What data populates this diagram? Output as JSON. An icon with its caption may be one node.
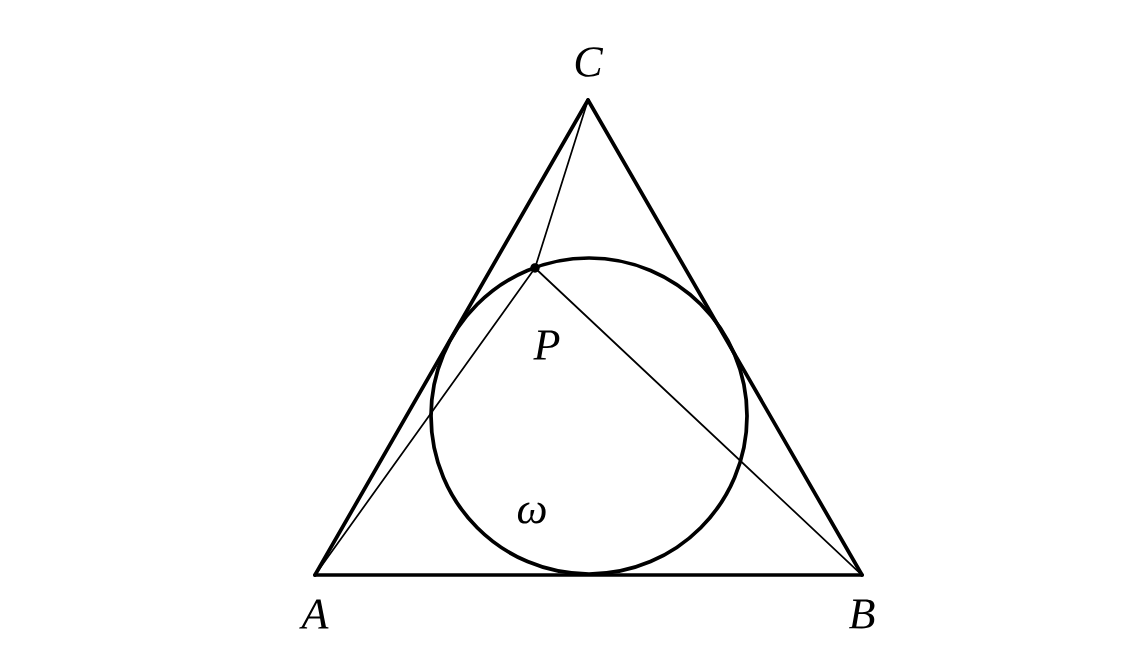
{
  "diagram": {
    "nodes": [
      {
        "text": [
          "C"
        ]
      },
      {
        "text": [
          "P"
        ]
      },
      {
        "text": [
          "A"
        ]
      },
      {
        "text": [
          "B"
        ]
      }
    ],
    "edges": [
      {
        "from": 2,
        "to": 3,
        "arrow": "none",
        "style": "thick"
      },
      {
        "from": 3,
        "to": 0,
        "arrow": "none",
        "style": "thick"
      },
      {
        "from": 0,
        "to": 2,
        "arrow": "none",
        "style": "thick"
      },
      {
        "from": 1,
        "to": 0,
        "arrow": "none"
      },
      {
        "from": 1,
        "to": 2,
        "arrow": "none"
      },
      {
        "from": 1,
        "to": 3,
        "arrow": "none"
      }
    ],
    "labels": [
      "ω"
    ]
  }
}
